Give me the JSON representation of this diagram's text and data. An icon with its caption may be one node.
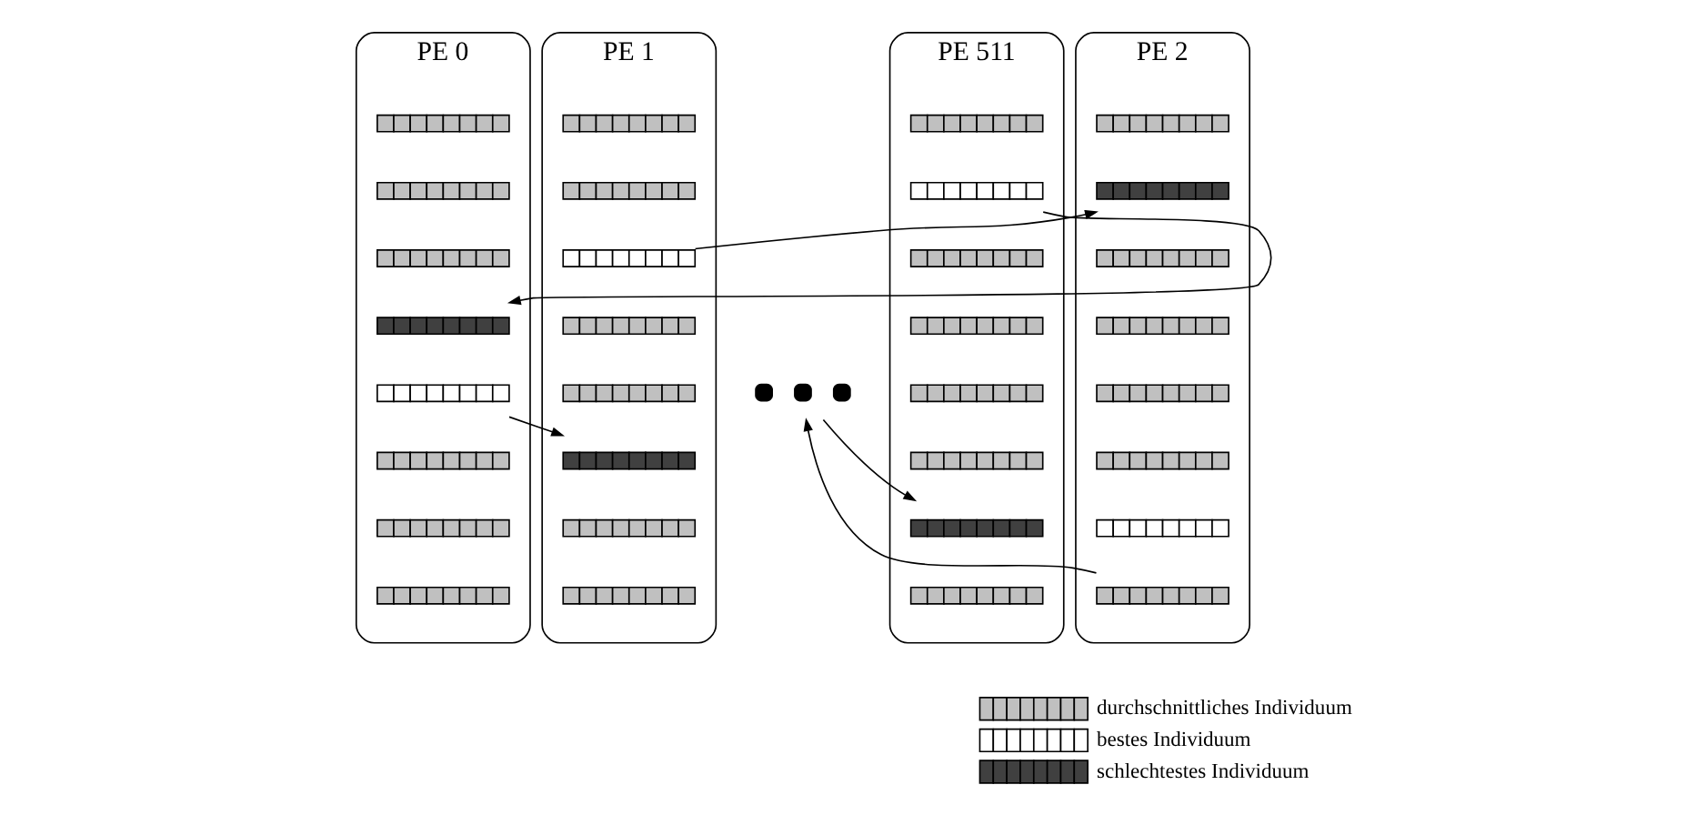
{
  "diagram": {
    "nodes": [
      {
        "text": [
          "PE 0"
        ]
      },
      {
        "text": [],
        "shape": "bar",
        "in": 0
      },
      {
        "text": [],
        "shape": "bar",
        "in": 0
      },
      {
        "text": [],
        "shape": "bar",
        "in": 0
      },
      {
        "text": [],
        "shape": "bar",
        "in": 0
      },
      {
        "text": [],
        "shape": "bar",
        "in": 0
      },
      {
        "text": [],
        "shape": "bar",
        "in": 0
      },
      {
        "text": [],
        "shape": "bar",
        "in": 0
      },
      {
        "text": [],
        "shape": "bar",
        "in": 0
      },
      {
        "text": [
          "PE 1"
        ]
      },
      {
        "text": [],
        "shape": "bar",
        "in": 9
      },
      {
        "text": [],
        "shape": "bar",
        "in": 9
      },
      {
        "text": [],
        "shape": "bar",
        "in": 9
      },
      {
        "text": [],
        "shape": "bar",
        "in": 9
      },
      {
        "text": [],
        "shape": "bar",
        "in": 9
      },
      {
        "text": [],
        "shape": "bar",
        "in": 9
      },
      {
        "text": [],
        "shape": "bar",
        "in": 9
      },
      {
        "text": [],
        "shape": "bar",
        "in": 9
      },
      {
        "text": [
          "PE 2"
        ]
      },
      {
        "text": [],
        "shape": "bar",
        "in": 18
      },
      {
        "text": [],
        "shape": "bar",
        "in": 18
      },
      {
        "text": [],
        "shape": "bar",
        "in": 18
      },
      {
        "text": [],
        "shape": "bar",
        "in": 18
      },
      {
        "text": [],
        "shape": "bar",
        "in": 18
      },
      {
        "text": [],
        "shape": "bar",
        "in": 18
      },
      {
        "text": [],
        "shape": "bar",
        "in": 18
      },
      {
        "text": [],
        "shape": "bar",
        "in": 18
      },
      {
        "text": [],
        "shape": "dots"
      },
      {
        "text": [
          "PE 511"
        ]
      },
      {
        "text": [],
        "shape": "bar",
        "in": 28
      },
      {
        "text": [],
        "shape": "bar",
        "in": 28
      },
      {
        "text": [],
        "shape": "bar",
        "in": 28
      },
      {
        "text": [],
        "shape": "bar",
        "in": 28
      },
      {
        "text": [],
        "shape": "bar",
        "in": 28
      },
      {
        "text": [],
        "shape": "bar",
        "in": 28
      },
      {
        "text": [],
        "shape": "bar",
        "in": 28
      },
      {
        "text": [],
        "shape": "bar",
        "in": 28
      }
    ],
    "edges": [
      {
        "from": 5,
        "to": 15,
        "arrow": "to"
      },
      {
        "from": 12,
        "to": 20,
        "arrow": "to"
      },
      {
        "from": 26,
        "to": 27,
        "arrow": "to"
      },
      {
        "from": 27,
        "to": 35,
        "arrow": "to"
      },
      {
        "from": 30,
        "to": 4,
        "arrow": "to"
      }
    ],
    "legend": [
      {
        "text": "durchschnittliches Individuum",
        "color": "#c0c0c0"
      },
      {
        "text": "bestes Individuum",
        "color": "#ffffff"
      },
      {
        "text": "schlechtestes Individuum",
        "color": "#404040"
      }
    ]
  }
}
